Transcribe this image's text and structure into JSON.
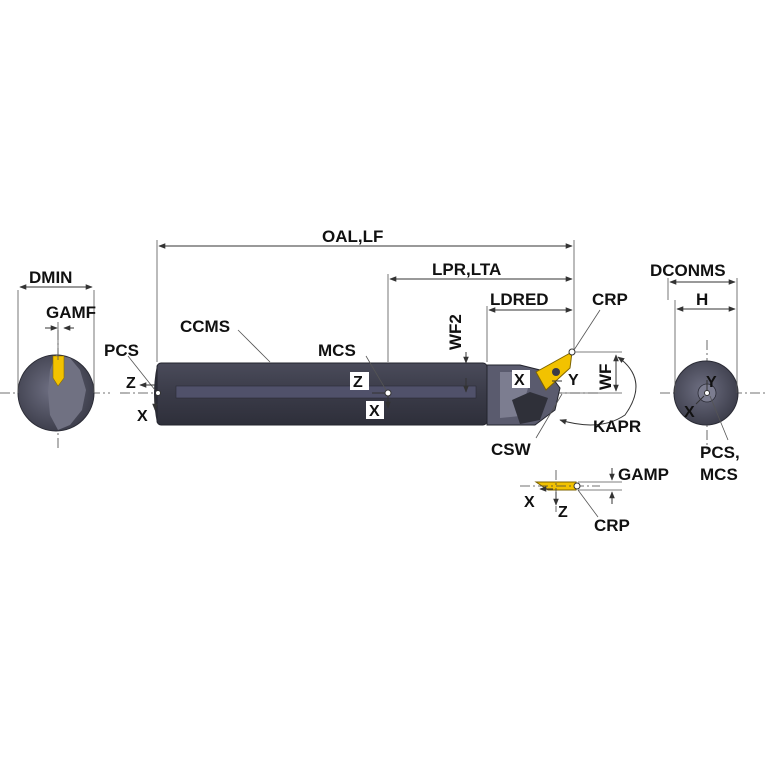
{
  "colors": {
    "body_dark": "#3d3e4a",
    "body_mid": "#54556a",
    "body_light": "#8a8b9c",
    "insert": "#f2c200",
    "line": "#333333",
    "background": "#ffffff"
  },
  "labels": {
    "oal_lf": "OAL,LF",
    "lpr_lta": "LPR,LTA",
    "ldred": "LDRED",
    "crp_top": "CRP",
    "wf2": "WF2",
    "wf": "WF",
    "dmin": "DMIN",
    "gamf": "GAMF",
    "pcs": "PCS",
    "ccms": "CCMS",
    "mcs": "MCS",
    "kapr": "KAPR",
    "csw": "CSW",
    "gamp": "GAMP",
    "crp_bottom": "CRP",
    "dconms": "DCONMS",
    "h": "H",
    "pcs_mcs_line1": "PCS,",
    "pcs_mcs_line2": "MCS"
  },
  "axes": {
    "z": "Z",
    "x": "X",
    "y": "Y"
  }
}
